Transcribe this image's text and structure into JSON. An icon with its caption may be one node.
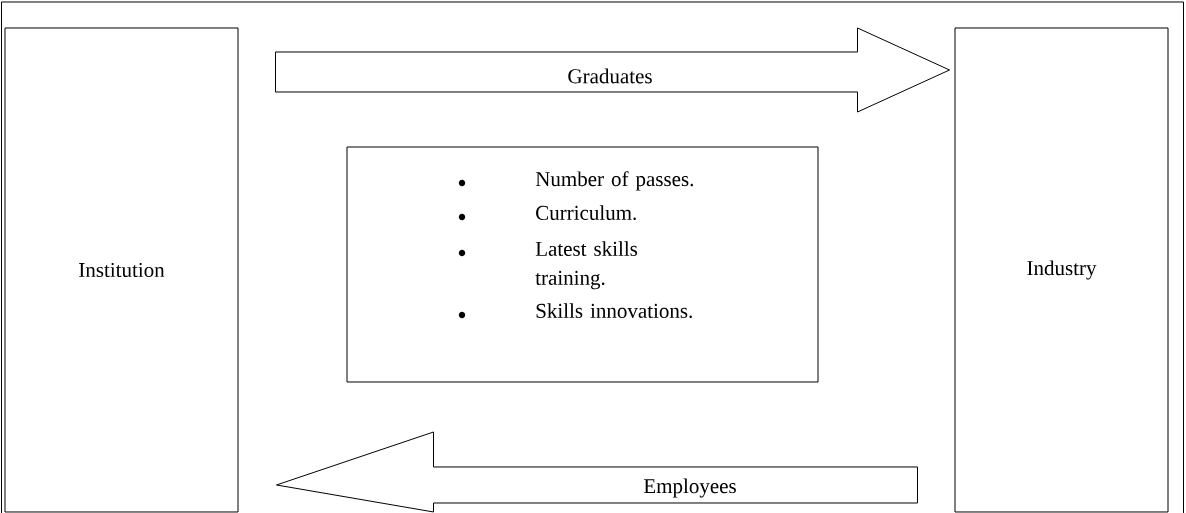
{
  "diagram": {
    "nodes": [
      {
        "text": [
          "Institution"
        ]
      },
      {
        "text": [
          "Industry"
        ]
      },
      {
        "text": [
          "Number of passes.",
          "Curriculum.",
          "Latest skills training.",
          "Skills innovations."
        ]
      }
    ],
    "edges": [
      {
        "from": 0,
        "to": 1,
        "arrow": "to",
        "label": "Graduates"
      },
      {
        "from": 1,
        "to": 0,
        "arrow": "to",
        "label": "Employees"
      }
    ]
  }
}
